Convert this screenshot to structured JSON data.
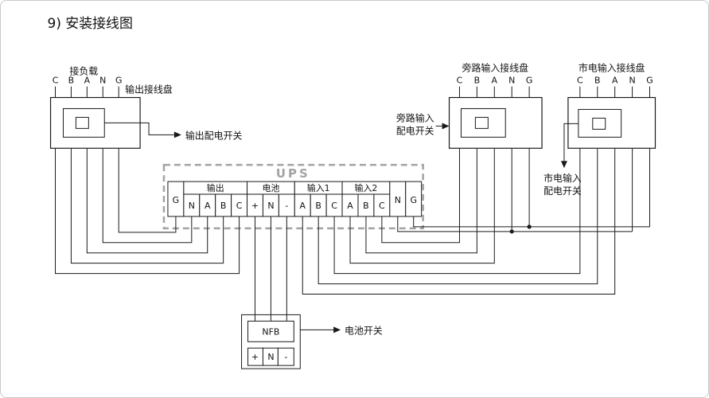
{
  "title": "9) 安装接线图",
  "output_board": {
    "load_label": "接负载",
    "board_label": "输出接线盘",
    "terminals": [
      "C",
      "B",
      "A",
      "N",
      "G"
    ],
    "switch_label": "输出配电开关"
  },
  "bypass_board": {
    "board_label": "旁路输入接线盘",
    "terminals": [
      "C",
      "B",
      "A",
      "N",
      "G"
    ],
    "switch_label_line1": "旁路输入",
    "switch_label_line2": "配电开关"
  },
  "mains_board": {
    "board_label": "市电输入接线盘",
    "terminals": [
      "C",
      "B",
      "A",
      "N",
      "G"
    ],
    "switch_label_line1": "市电输入",
    "switch_label_line2": "配电开关"
  },
  "ups": {
    "label": "UPS",
    "left_terminal": "G",
    "groups": [
      {
        "label": "输出",
        "terminals": [
          "N",
          "A",
          "B",
          "C"
        ]
      },
      {
        "label": "电池",
        "terminals": [
          "+",
          "N",
          "-"
        ]
      },
      {
        "label": "输入1",
        "terminals": [
          "A",
          "B",
          "C"
        ]
      },
      {
        "label": "输入2",
        "terminals": [
          "A",
          "B",
          "C"
        ]
      }
    ],
    "right_terminals": [
      "N",
      "G"
    ]
  },
  "battery_switch": {
    "label": "NFB",
    "terminals": [
      "+",
      "N",
      "-"
    ],
    "switch_label": "电池开关"
  }
}
